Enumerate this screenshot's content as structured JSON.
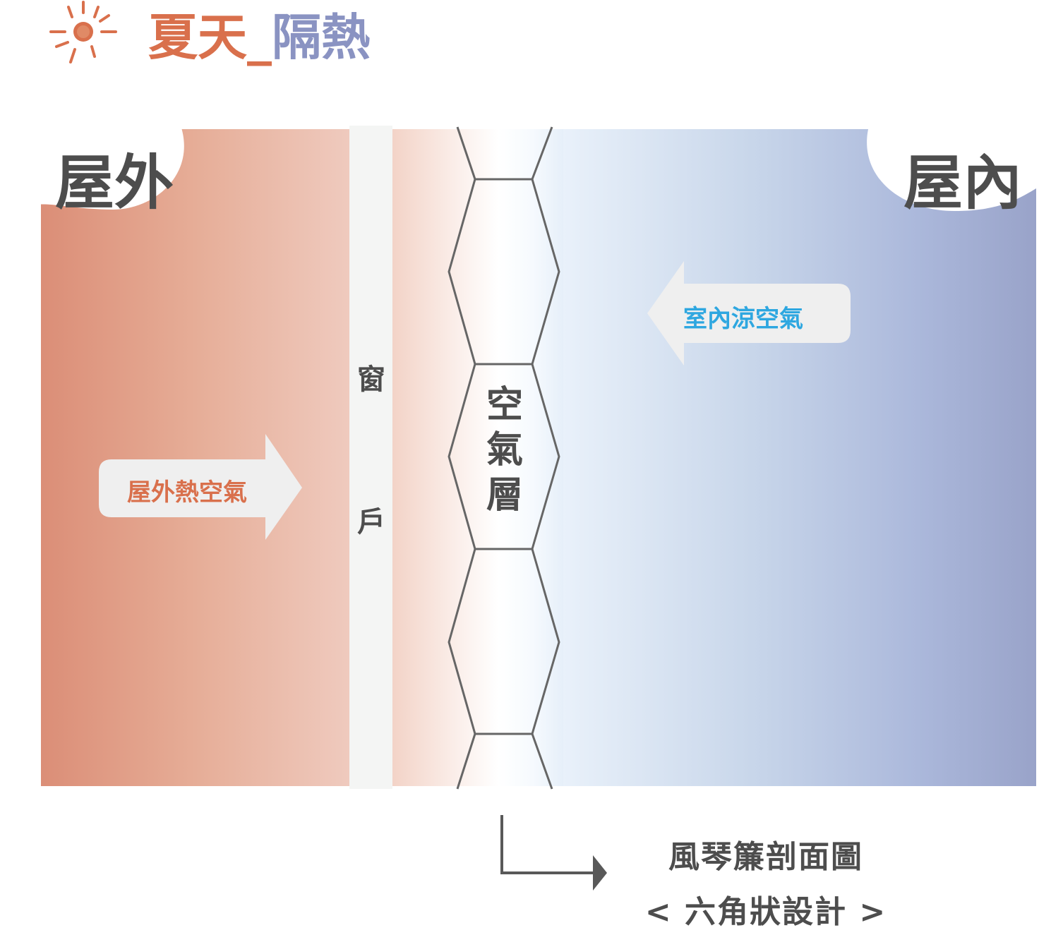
{
  "title": {
    "part1": "夏天",
    "separator": "_",
    "part2": "隔熱"
  },
  "labels": {
    "outdoor": "屋外",
    "indoor": "屋內",
    "window": "窗戶",
    "air_layer": "空氣層",
    "outdoor_hot_air": "屋外熱空氣",
    "indoor_cool_air": "室內涼空氣"
  },
  "footer": {
    "line1": "風琴簾剖面圖",
    "line2": "< 六角狀設計 >"
  },
  "colors": {
    "title_warm": "#d9704c",
    "title_cool": "#8a93c2",
    "outdoor_gradient_start": "#db8e77",
    "indoor_gradient_end": "#99a3c9",
    "hot_air_text": "#d9704c",
    "cool_air_text": "#2ea7e0",
    "label_text": "#4d4d4d",
    "hexagon_stroke": "#666666"
  },
  "icons": {
    "sun": "sun-icon",
    "outdoor_arrow": "arrow-right-icon",
    "indoor_arrow": "arrow-left-icon",
    "footer_arrow": "elbow-arrow-icon"
  }
}
